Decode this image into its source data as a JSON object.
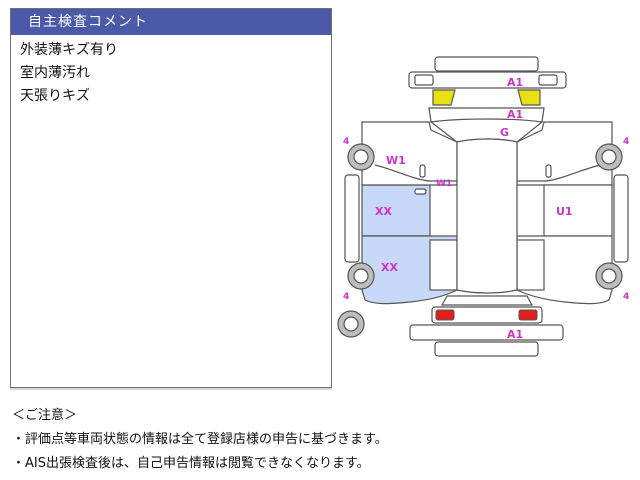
{
  "comment_panel": {
    "title": "自主検査コメント",
    "items": [
      "外装薄キズ有り",
      "室内薄汚れ",
      "天張りキズ"
    ]
  },
  "diagram": {
    "colors": {
      "label": "#cc33cc",
      "damage_fill": "#c8d8f8",
      "yellow_part": "#e8e010",
      "red_part": "#e02020"
    },
    "labels": {
      "front_bumper": "A1",
      "front_lower": "A1",
      "hood": "G",
      "left_front_fender": "W1",
      "left_front_door_edge": "W1",
      "left_front_door": "XX",
      "left_rear_door": "XX",
      "right_door": "U1",
      "rear_bumper": "A1",
      "tire_front_left": "4",
      "tire_front_right": "4",
      "tire_rear_left": "4",
      "tire_rear_right": "4"
    }
  },
  "notes": {
    "heading": "＜ご注意＞",
    "lines": [
      "・評価点等車両状態の情報は全て登録店様の申告に基づきます。",
      "・AIS出張検査後は、自己申告情報は閲覧できなくなります。"
    ]
  }
}
